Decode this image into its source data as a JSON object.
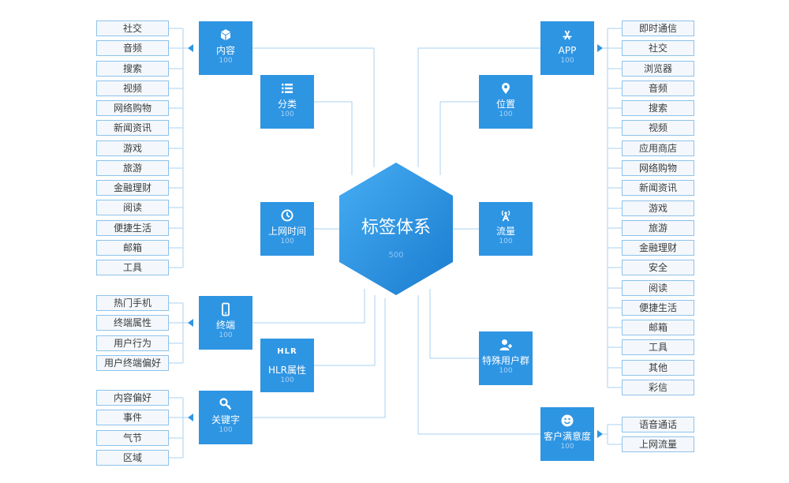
{
  "hub": {
    "title": "标签体系",
    "value": "500"
  },
  "categories": {
    "content": {
      "label": "内容",
      "value": "100",
      "icon": "cube-icon"
    },
    "classify": {
      "label": "分类",
      "value": "100",
      "icon": "list-icon"
    },
    "online_time": {
      "label": "上网时间",
      "value": "100",
      "icon": "clock-icon"
    },
    "terminal": {
      "label": "终端",
      "value": "100",
      "icon": "phone-icon"
    },
    "hlr": {
      "label": "HLR属性",
      "value": "100",
      "icon_text": "HLR"
    },
    "keyword": {
      "label": "关键字",
      "value": "100",
      "icon": "key-icon"
    },
    "app": {
      "label": "APP",
      "value": "100",
      "icon": "app-store-icon"
    },
    "location": {
      "label": "位置",
      "value": "100",
      "icon": "location-pin-icon"
    },
    "traffic": {
      "label": "流量",
      "value": "100",
      "icon": "antenna-icon"
    },
    "special_users": {
      "label": "特殊用户群",
      "value": "100",
      "icon": "user-add-icon"
    },
    "satisfaction": {
      "label": "客户满意度",
      "value": "100",
      "icon": "smiley-icon"
    }
  },
  "content_items": [
    "社交",
    "音频",
    "搜索",
    "视频",
    "网络购物",
    "新闻资讯",
    "游戏",
    "旅游",
    "金融理财",
    "阅读",
    "便捷生活",
    "邮箱",
    "工具"
  ],
  "terminal_items": [
    "热门手机",
    "终端属性",
    "用户行为",
    "用户终端偏好"
  ],
  "keyword_items": [
    "内容偏好",
    "事件",
    "气节",
    "区域"
  ],
  "app_items": [
    "即时通信",
    "社交",
    "浏览器",
    "音频",
    "搜索",
    "视频",
    "应用商店",
    "网络购物",
    "新闻资讯",
    "游戏",
    "旅游",
    "金融理财",
    "安全",
    "阅读",
    "便捷生活",
    "邮箱",
    "工具",
    "其他",
    "彩信"
  ],
  "satisfaction_items": [
    "语音通话",
    "上网流量"
  ],
  "colors": {
    "primary": "#2e95e3",
    "hub_light": "#3da6f0",
    "hub_dark": "#1d7fd3",
    "line": "#a9d2f0",
    "leaf_border": "#8ec2ea"
  }
}
